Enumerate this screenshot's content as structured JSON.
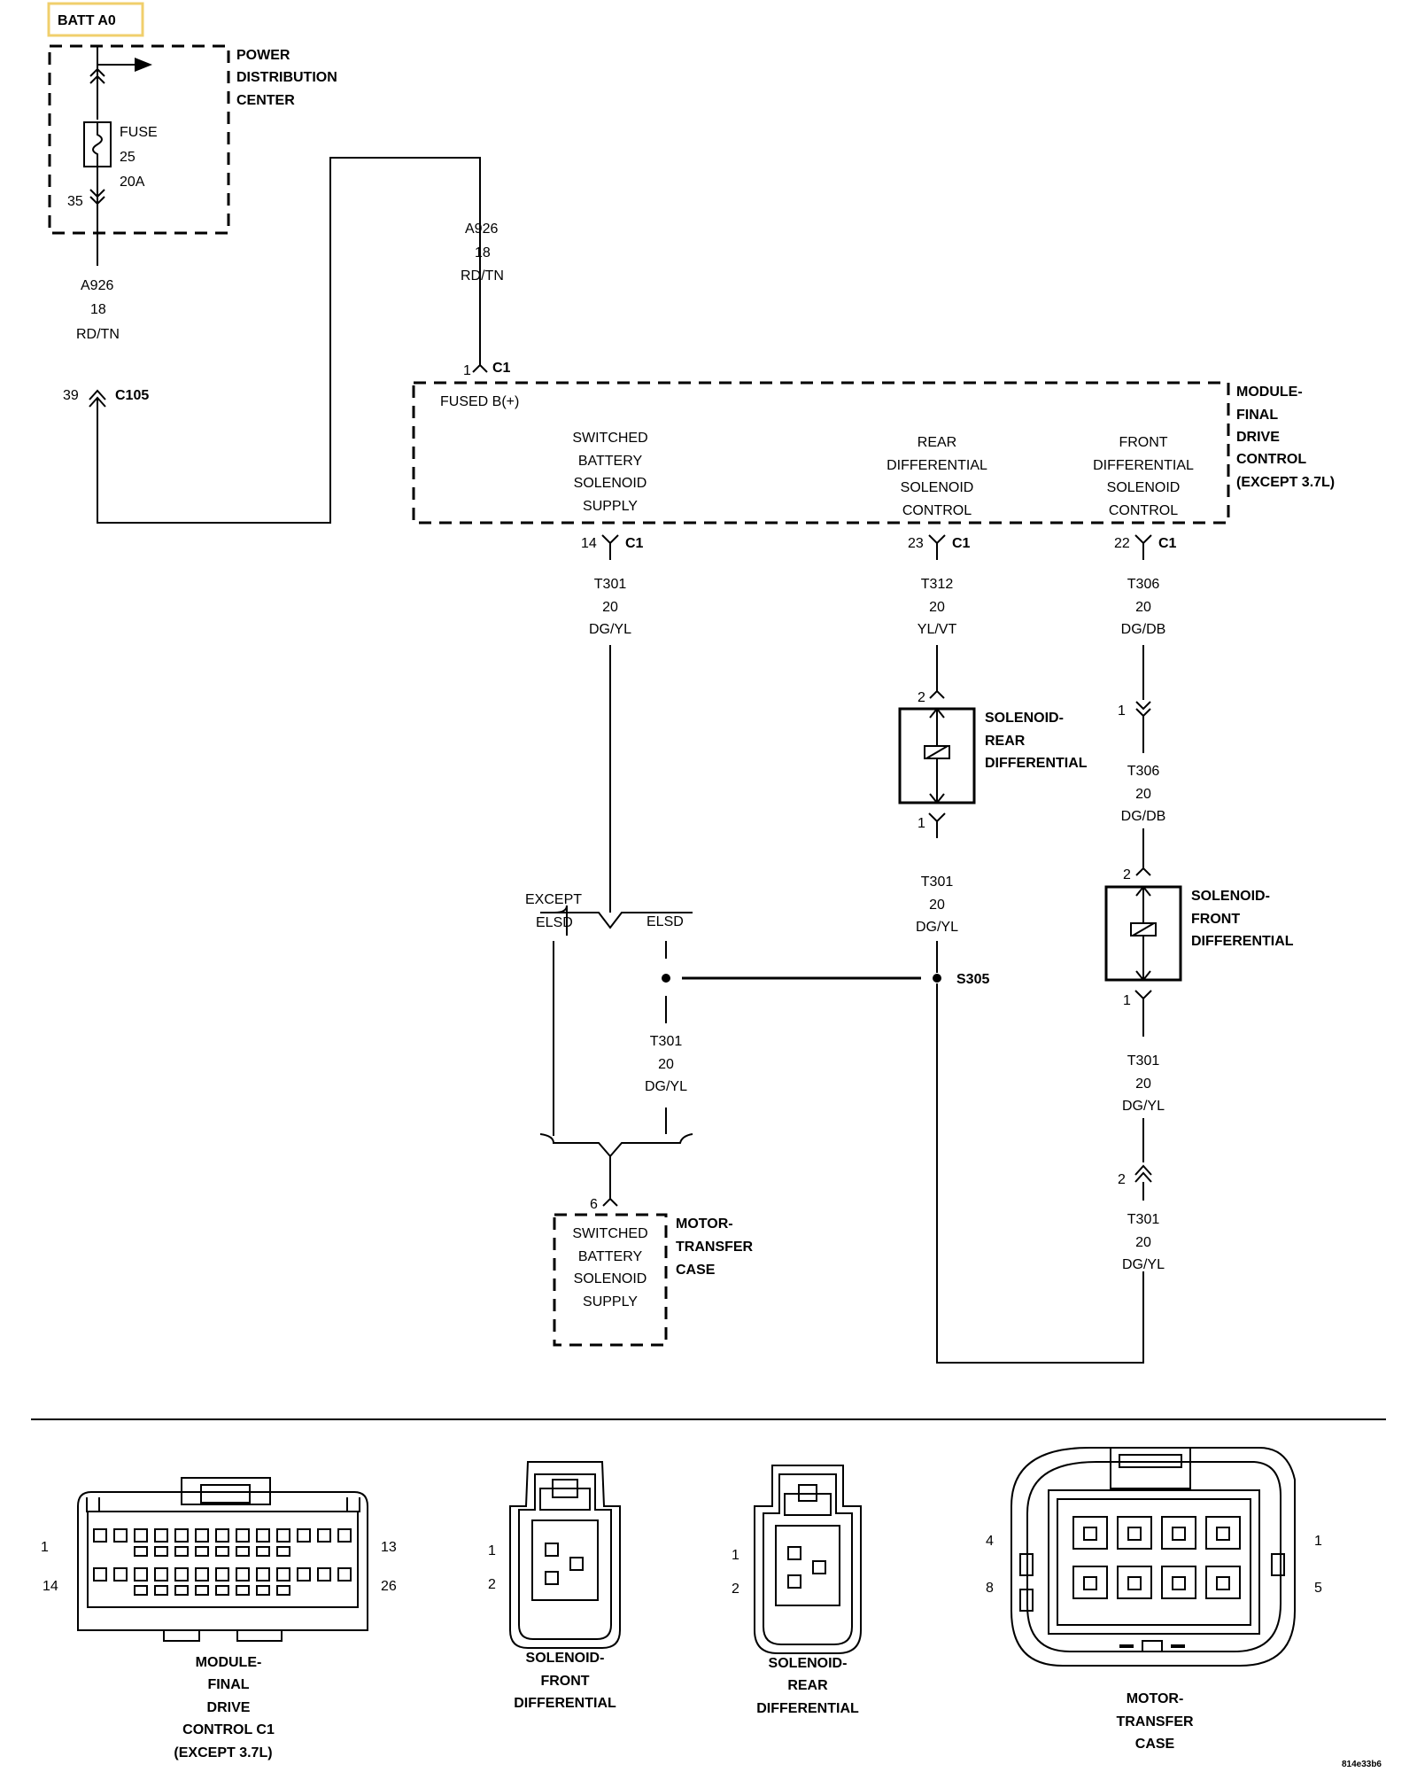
{
  "diagram": {
    "batt": "BATT A0",
    "pdc": [
      "POWER",
      "DISTRIBUTION",
      "CENTER"
    ],
    "fuse": [
      "FUSE",
      "25",
      "20A"
    ],
    "pdc_pin": "35",
    "wire_a926": [
      "A926",
      "18",
      "RD/TN"
    ],
    "c105_pin": "39",
    "c105": "C105",
    "c1": "C1",
    "pin1": "1",
    "module_title": [
      "MODULE-",
      "FINAL",
      "DRIVE",
      "CONTROL",
      "(EXCEPT 3.7L)"
    ],
    "fused_b": "FUSED B(+)",
    "sw_supply": [
      "SWITCHED",
      "BATTERY",
      "SOLENOID",
      "SUPPLY"
    ],
    "rear_ctrl": [
      "REAR",
      "DIFFERENTIAL",
      "SOLENOID",
      "CONTROL"
    ],
    "front_ctrl": [
      "FRONT",
      "DIFFERENTIAL",
      "SOLENOID",
      "CONTROL"
    ],
    "pin14": "14",
    "pin23": "23",
    "pin22": "22",
    "wire_t301": [
      "T301",
      "20",
      "DG/YL"
    ],
    "wire_t312": [
      "T312",
      "20",
      "YL/VT"
    ],
    "wire_t306": [
      "T306",
      "20",
      "DG/DB"
    ],
    "sol_rear": [
      "SOLENOID-",
      "REAR",
      "DIFFERENTIAL"
    ],
    "sol_front": [
      "SOLENOID-",
      "FRONT",
      "DIFFERENTIAL"
    ],
    "pin2": "2",
    "pin6": "6",
    "except": "EXCEPT",
    "elsd": "ELSD",
    "s305": "S305",
    "motor_title": [
      "MOTOR-",
      "TRANSFER",
      "CASE"
    ],
    "conn_fdc_pins": [
      "1",
      "13",
      "14",
      "26"
    ],
    "conn_sol_pins": [
      "1",
      "2"
    ],
    "conn_mtc_pins": [
      "4",
      "8",
      "1",
      "5"
    ],
    "label_fdc": [
      "MODULE-",
      "FINAL",
      "DRIVE",
      "CONTROL C1",
      "(EXCEPT 3.7L)"
    ],
    "label_front": [
      "SOLENOID-",
      "FRONT",
      "DIFFERENTIAL"
    ],
    "label_rear": [
      "SOLENOID-",
      "REAR",
      "DIFFERENTIAL"
    ],
    "label_mtc": [
      "MOTOR-",
      "TRANSFER",
      "CASE"
    ],
    "code": "814e33b6"
  }
}
